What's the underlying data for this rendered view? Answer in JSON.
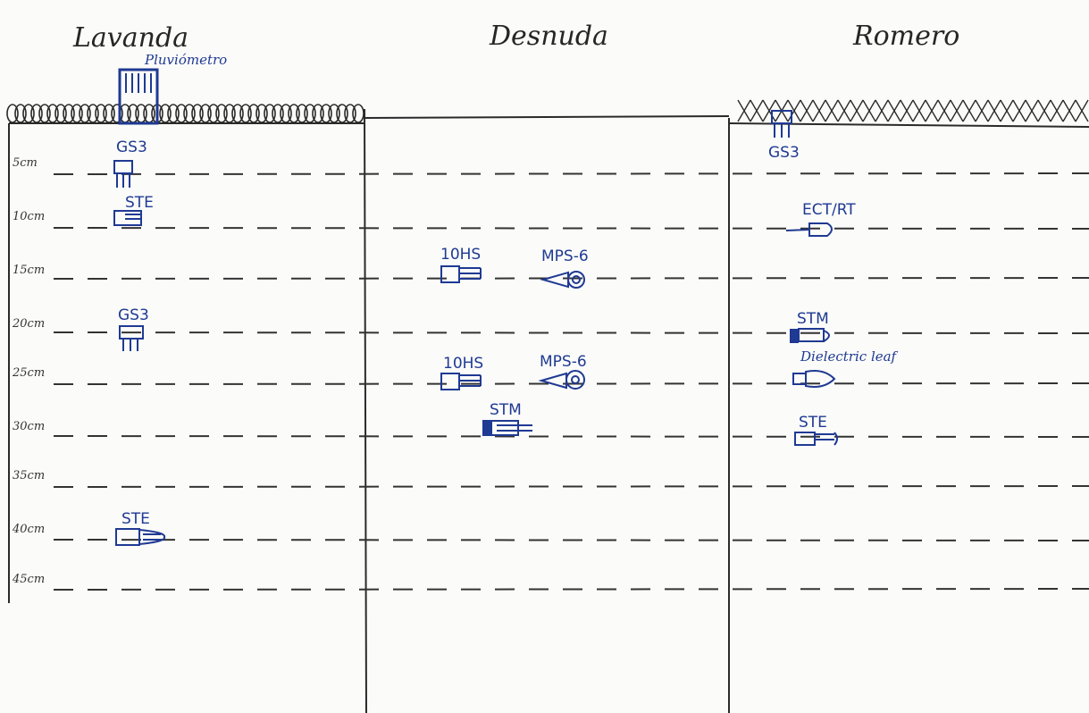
{
  "columns": [
    {
      "title": "Lavanda",
      "surface": "plants"
    },
    {
      "title": "Desnuda",
      "surface": "bare"
    },
    {
      "title": "Romero",
      "surface": "cross"
    }
  ],
  "depth_labels": [
    "5cm",
    "10cm",
    "15cm",
    "20cm",
    "25cm",
    "30cm",
    "35cm",
    "40cm",
    "45cm"
  ],
  "surface_label": "Pluviómetro",
  "sensors": {
    "lavanda": [
      {
        "label": "GS3",
        "type": "gs3"
      },
      {
        "label": "STE",
        "type": "ste"
      },
      {
        "label": "GS3",
        "type": "gs3"
      },
      {
        "label": "STE",
        "type": "ste"
      }
    ],
    "desnuda": [
      {
        "label": "10HS",
        "type": "hs"
      },
      {
        "label": "MPS-6",
        "type": "mps"
      },
      {
        "label": "10HS",
        "type": "hs"
      },
      {
        "label": "MPS-6",
        "type": "mps"
      },
      {
        "label": "STM",
        "type": "stm"
      }
    ],
    "romero": [
      {
        "label": "GS3",
        "type": "gs3"
      },
      {
        "label": "ECT/RT",
        "type": "ect"
      },
      {
        "label": "STM",
        "type": "stm"
      },
      {
        "label": "Dielectric leaf",
        "type": "leaf"
      },
      {
        "label": "STE",
        "type": "ste"
      }
    ]
  },
  "colors": {
    "ink": "#2a2a2a",
    "sensor_ink": "#1f3a93",
    "paper": "#fbfbf9"
  }
}
